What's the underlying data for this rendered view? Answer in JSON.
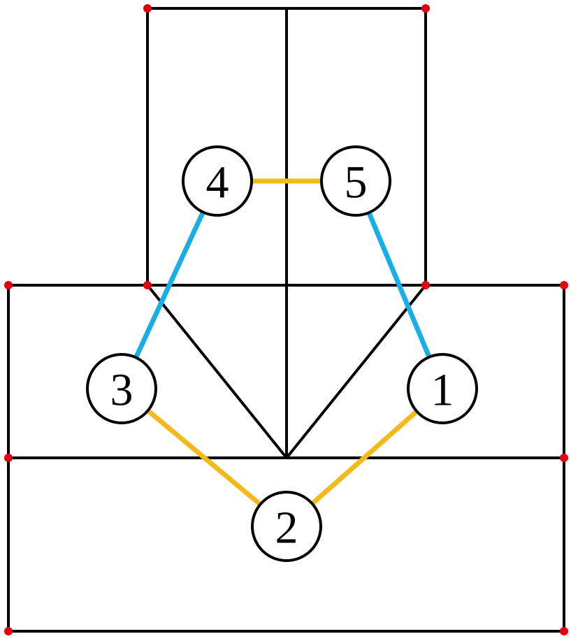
{
  "colors": {
    "background": "#ffffff",
    "edge": "#000000",
    "connection_blue": "#1aaee6",
    "connection_orange": "#f5b91b",
    "vertex": "#e3000f"
  },
  "nodes": [
    {
      "id": "1",
      "label": "1"
    },
    {
      "id": "2",
      "label": "2"
    },
    {
      "id": "3",
      "label": "3"
    },
    {
      "id": "4",
      "label": "4"
    },
    {
      "id": "5",
      "label": "5"
    }
  ],
  "connections": [
    {
      "from": "4",
      "to": "5",
      "color": "orange"
    },
    {
      "from": "3",
      "to": "2",
      "color": "orange"
    },
    {
      "from": "2",
      "to": "1",
      "color": "orange"
    },
    {
      "from": "4",
      "to": "3",
      "color": "blue"
    },
    {
      "from": "5",
      "to": "1",
      "color": "blue"
    }
  ]
}
